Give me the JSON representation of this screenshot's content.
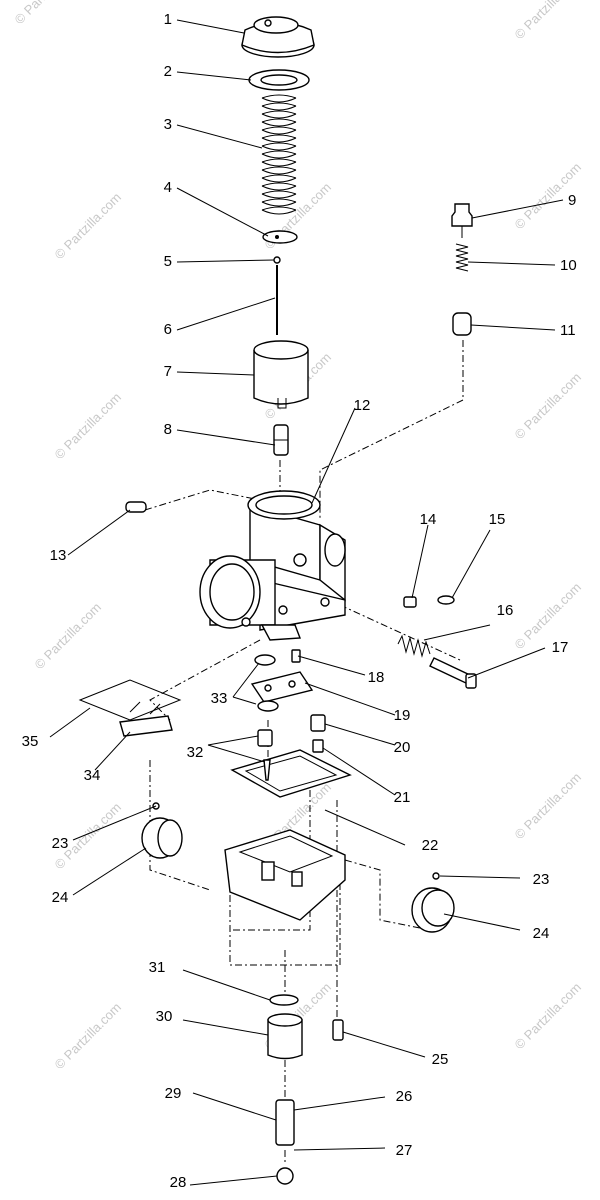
{
  "watermark": "© Partzilla.com",
  "part_labels": [
    "1",
    "2",
    "3",
    "4",
    "5",
    "6",
    "7",
    "8",
    "9",
    "10",
    "11",
    "12",
    "13",
    "14",
    "15",
    "16",
    "17",
    "18",
    "19",
    "20",
    "21",
    "22",
    "23",
    "23",
    "24",
    "24",
    "25",
    "26",
    "27",
    "28",
    "29",
    "30",
    "31",
    "32",
    "33",
    "34",
    "35"
  ]
}
